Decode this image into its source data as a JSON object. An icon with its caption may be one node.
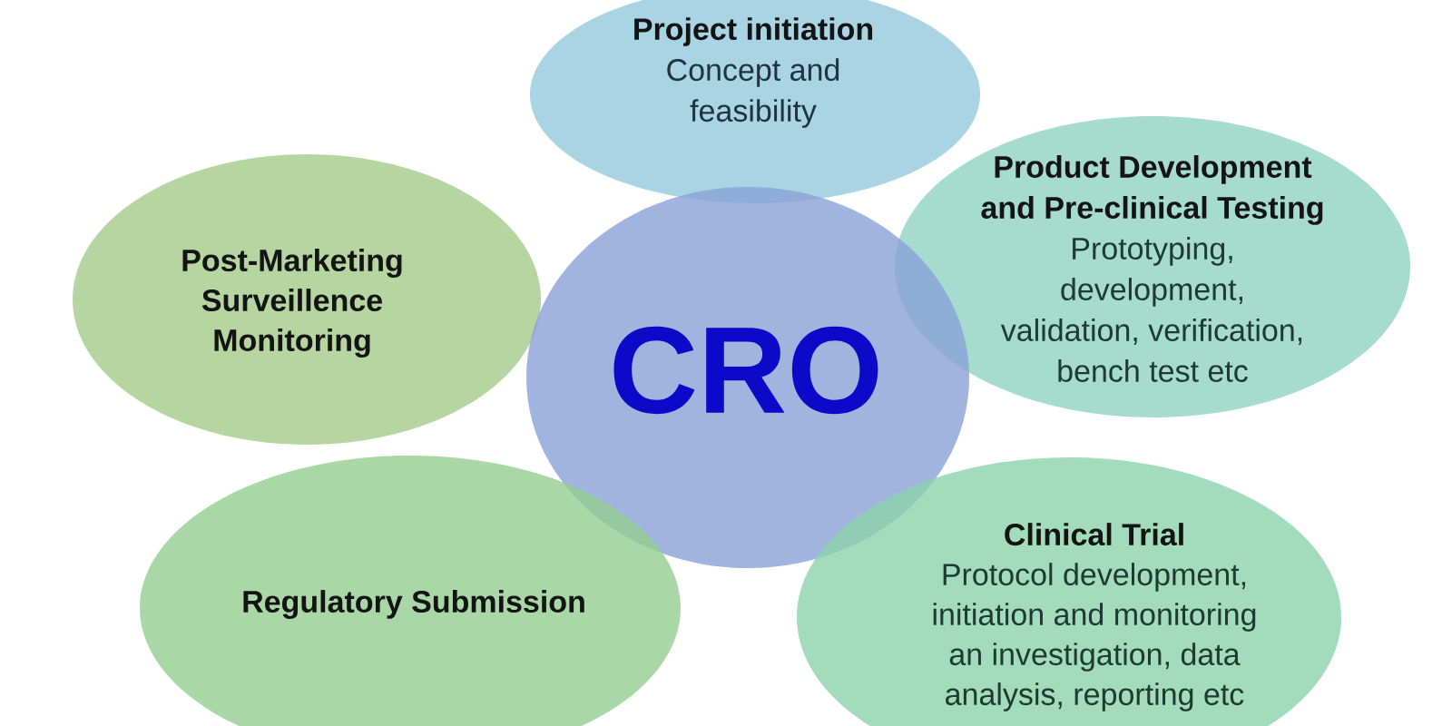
{
  "diagram": {
    "nodes": [
      {
        "text": [
          "Project initiation",
          "Concept and feasibility"
        ]
      },
      {
        "text": [
          "Product Development and Pre-clinical Testing",
          "Prototyping, development, validation, verification, bench test etc"
        ]
      },
      {
        "text": [
          "Post-Marketing Surveillence Monitoring"
        ]
      },
      {
        "text": [
          "CRO"
        ]
      },
      {
        "text": [
          "Regulatory Submission"
        ]
      },
      {
        "text": [
          "Clinical Trial",
          "Protocol development, initiation and monitoring an investigation, data analysis, reporting etc"
        ]
      }
    ]
  }
}
